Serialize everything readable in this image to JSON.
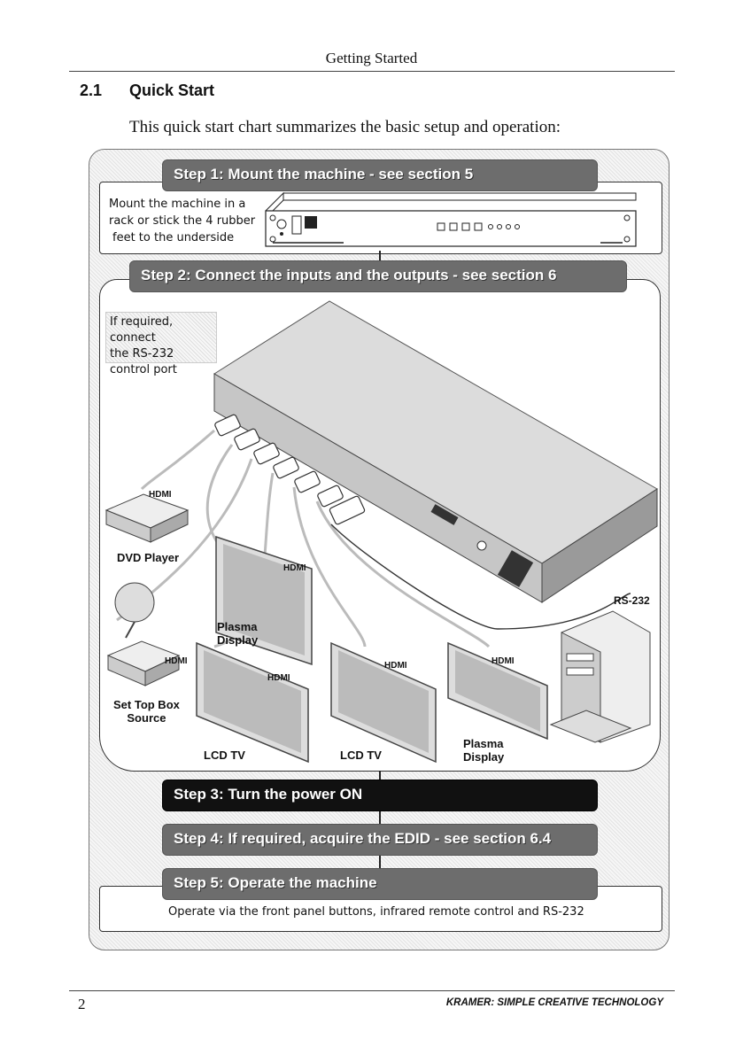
{
  "header": {
    "running_title": "Getting Started"
  },
  "section": {
    "number": "2.1",
    "title": "Quick Start"
  },
  "intro": "This quick start chart summarizes the basic setup and operation:",
  "steps": [
    {
      "label": "Step 1: Mount the machine - see section 5"
    },
    {
      "label": "Step 2: Connect the inputs and the outputs - see section 6"
    },
    {
      "label": "Step 3: Turn the power ON"
    },
    {
      "label": "Step 4: If required, acquire the EDID - see section 6.4"
    },
    {
      "label": "Step 5: Operate the machine"
    }
  ],
  "step1_note": [
    "Mount the machine in a",
    "rack or stick the 4 rubber",
    "feet to the underside"
  ],
  "rs232_note": [
    "If required, connect",
    "the RS-232",
    "control port"
  ],
  "devices": {
    "dvd": "DVD Player",
    "settop": [
      "Set Top Box",
      "Source"
    ],
    "plasma1": [
      "Plasma",
      "Display"
    ],
    "plasma2": [
      "Plasma",
      "Display"
    ],
    "lcd1": "LCD TV",
    "lcd2": "LCD TV",
    "rs232": "RS-232",
    "hdmi": "HDMI"
  },
  "step5_note": "Operate via the front panel buttons, infrared remote control and RS-232",
  "footer": {
    "page_number": "2",
    "tagline": "KRAMER:  SIMPLE CREATIVE TECHNOLOGY"
  }
}
